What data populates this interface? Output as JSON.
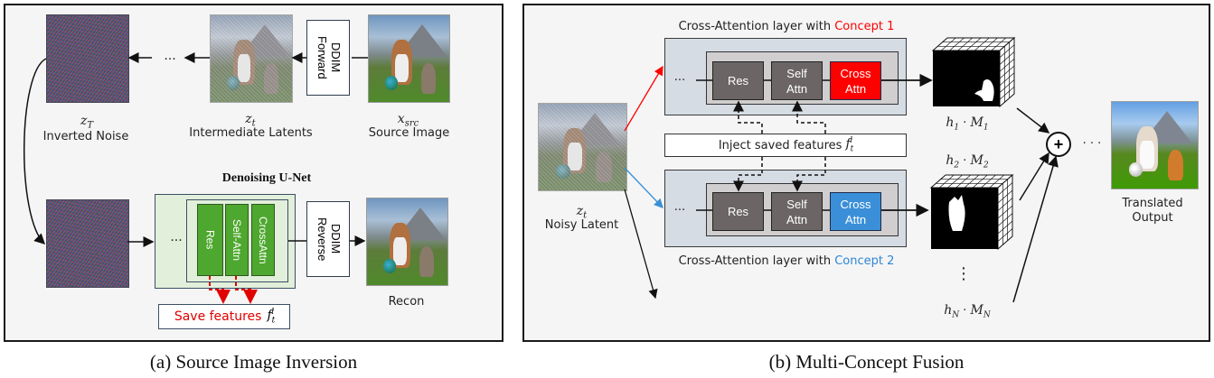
{
  "panel_a": {
    "caption": "(a) Source Image Inversion",
    "inverted_noise": {
      "symbol": "z",
      "sub": "T",
      "label": "Inverted Noise"
    },
    "intermediate": {
      "symbol": "z",
      "sub": "t",
      "label": "Intermediate Latents"
    },
    "source": {
      "symbol": "x",
      "sub": "src",
      "label": "Source Image"
    },
    "ddim_forward": "DDIM Forward",
    "ddim_reverse": "DDIM Reverse",
    "ellipsis": "···",
    "unet_title": "Denoising U-Net",
    "blocks": [
      "Res",
      "Self-Attn",
      "CrossAttn"
    ],
    "save_features": {
      "text": "Save features",
      "symbol": "f",
      "sub": "t",
      "sup": "l"
    },
    "recon_label": "Recon",
    "colors": {
      "green_block": "#4ea72e",
      "unet_bg": "#e2efda",
      "save_text": "#e00000",
      "dashed": "#e00000"
    }
  },
  "panel_b": {
    "caption": "(b) Multi-Concept Fusion",
    "noisy_latent": {
      "symbol": "z",
      "sub": "t",
      "label": "Noisy Latent"
    },
    "layer1_title": {
      "prefix": "Cross-Attention layer with ",
      "concept": "Concept 1"
    },
    "layer2_title": {
      "prefix": "Cross-Attention layer with ",
      "concept": "Concept 2"
    },
    "ellipsis": "···",
    "blocks": {
      "res": "Res",
      "self_attn": "Self Attn",
      "cross_attn": "Cross Attn"
    },
    "inject": {
      "text": "Inject saved features",
      "symbol": "f",
      "sub": "t",
      "sup": "l"
    },
    "masks": [
      {
        "h": "h",
        "hsub": "1",
        "m": "M",
        "msub": "1"
      },
      {
        "h": "h",
        "hsub": "2",
        "m": "M",
        "msub": "2"
      },
      {
        "h": "h",
        "hsub": "N",
        "m": "M",
        "msub": "N"
      }
    ],
    "vdots": "⋮",
    "plus": "+",
    "hdots": "· · ·",
    "output_label": [
      "Translated",
      "Output"
    ],
    "colors": {
      "concept1": "#ff0000",
      "concept2": "#2e86d6",
      "layer_bg": "#d6dce4",
      "inner_bg": "#d0cece",
      "cross1": "#ff0000",
      "cross2": "#3a8fd8"
    }
  }
}
